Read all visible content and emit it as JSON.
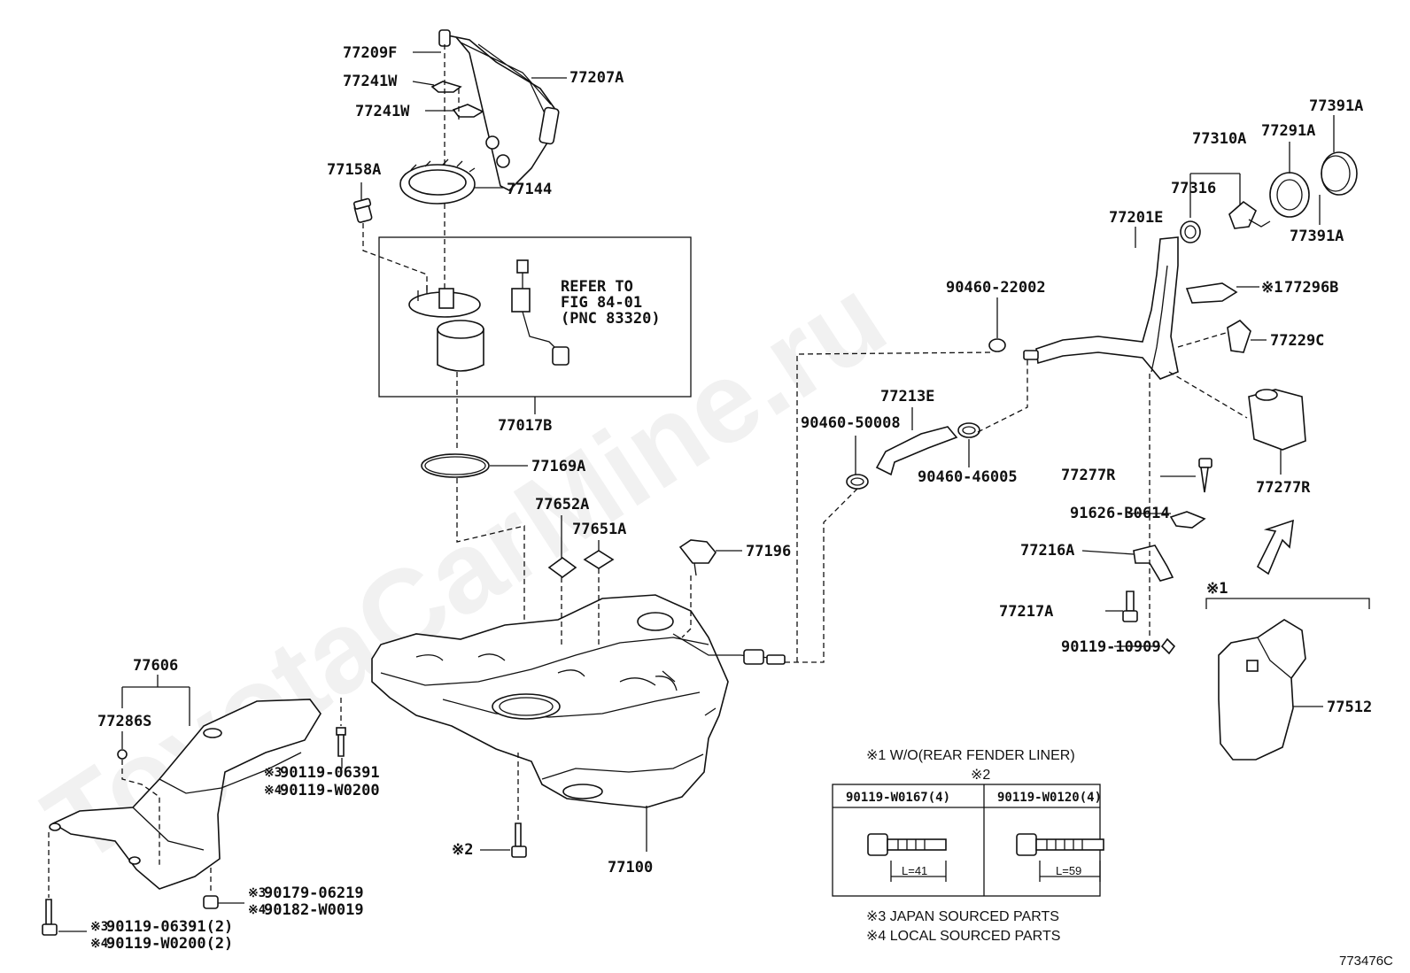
{
  "watermark": "ToyotaCarMine.ru",
  "labels": [
    {
      "id": "77209F",
      "text": "77209F"
    },
    {
      "id": "77241W_a",
      "text": "77241W"
    },
    {
      "id": "77241W_b",
      "text": "77241W"
    },
    {
      "id": "77207A",
      "text": "77207A"
    },
    {
      "id": "77158A",
      "text": "77158A"
    },
    {
      "id": "77144",
      "text": "77144"
    },
    {
      "id": "77017B",
      "text": "77017B"
    },
    {
      "id": "77169A",
      "text": "77169A"
    },
    {
      "id": "77652A",
      "text": "77652A"
    },
    {
      "id": "77651A",
      "text": "77651A"
    },
    {
      "id": "77196",
      "text": "77196"
    },
    {
      "id": "77100",
      "text": "77100"
    },
    {
      "id": "77606",
      "text": "77606"
    },
    {
      "id": "77286S",
      "text": "77286S"
    },
    {
      "id": "90460-22002",
      "text": "90460-22002"
    },
    {
      "id": "77213E",
      "text": "77213E"
    },
    {
      "id": "90460-50008",
      "text": "90460-50008"
    },
    {
      "id": "90460-46005",
      "text": "90460-46005"
    },
    {
      "id": "77310A",
      "text": "77310A"
    },
    {
      "id": "77291A",
      "text": "77291A"
    },
    {
      "id": "77391A_a",
      "text": "77391A"
    },
    {
      "id": "77391A_b",
      "text": "77391A"
    },
    {
      "id": "77316",
      "text": "77316"
    },
    {
      "id": "77201E",
      "text": "77201E"
    },
    {
      "id": "77296B",
      "text": "77296B"
    },
    {
      "id": "77229C",
      "text": "77229C"
    },
    {
      "id": "77277R_a",
      "text": "77277R"
    },
    {
      "id": "77277R_b",
      "text": "77277R"
    },
    {
      "id": "91626-B0614",
      "text": "91626-B0614"
    },
    {
      "id": "77216A",
      "text": "77216A"
    },
    {
      "id": "77217A",
      "text": "77217A"
    },
    {
      "id": "90119-10909",
      "text": "90119-10909"
    },
    {
      "id": "77512",
      "text": "77512"
    }
  ],
  "refer_box": {
    "line1": "REFER TO",
    "line2": "FIG 84-01",
    "line3": "(PNC 83320)"
  },
  "marks": {
    "m1_296B": "※1",
    "m1_liner": "※1",
    "m2_bolt": "※2",
    "m3_a": "※3",
    "m4_a": "※4",
    "m3_b": "※3",
    "m4_b": "※4",
    "m3_c": "※3",
    "m4_c": "※4"
  },
  "fastener_labels": {
    "f1": "90119-06391",
    "f2": "90119-W0200",
    "f3": "90179-06219",
    "f4": "90182-W0019",
    "f5": "90119-06391(2)",
    "f6": "90119-W0200(2)"
  },
  "legend": {
    "note1": "※1 W/O(REAR FENDER LINER)",
    "note2": "※2",
    "col1": "90119-W0167(4)",
    "col2": "90119-W0120(4)",
    "len1": "L=41",
    "len2": "L=59",
    "note3": "※3 JAPAN SOURCED PARTS",
    "note4": "※4 LOCAL SOURCED PARTS"
  },
  "figure_id": "773476C"
}
